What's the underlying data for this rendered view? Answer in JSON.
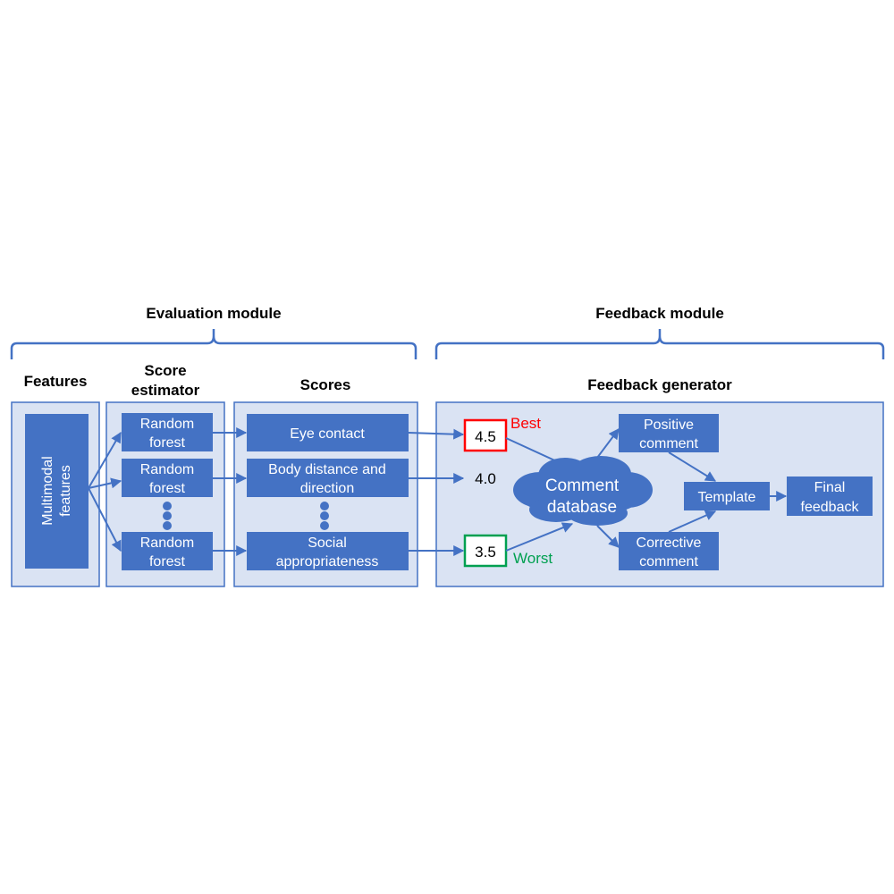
{
  "modules": {
    "evaluation": "Evaluation module",
    "feedback": "Feedback module"
  },
  "sections": {
    "features": "Features",
    "score_estimator_line1": "Score",
    "score_estimator_line2": "estimator",
    "scores": "Scores",
    "feedback_generator": "Feedback generator"
  },
  "multimodal": {
    "line1": "Multimodal",
    "line2": "features"
  },
  "estimators": [
    {
      "line1": "Random",
      "line2": "forest"
    },
    {
      "line1": "Random",
      "line2": "forest"
    },
    {
      "line1": "Random",
      "line2": "forest"
    }
  ],
  "scores": {
    "eye_contact": "Eye contact",
    "body_distance_line1": "Body distance and",
    "body_distance_line2": "direction",
    "social_line1": "Social",
    "social_line2": "appropriateness"
  },
  "values": {
    "best_value": "4.5",
    "mid_value": "4.0",
    "worst_value": "3.5",
    "best_label": "Best",
    "worst_label": "Worst"
  },
  "database": {
    "line1": "Comment",
    "line2": "database"
  },
  "comments": {
    "positive_line1": "Positive",
    "positive_line2": "comment",
    "corrective_line1": "Corrective",
    "corrective_line2": "comment",
    "template": "Template",
    "final_line1": "Final",
    "final_line2": "feedback"
  },
  "colors": {
    "box_fill": "#4472c4",
    "panel_fill": "#dae3f3",
    "line": "#4472c4",
    "best": "#ff0000",
    "worst": "#00a050"
  }
}
